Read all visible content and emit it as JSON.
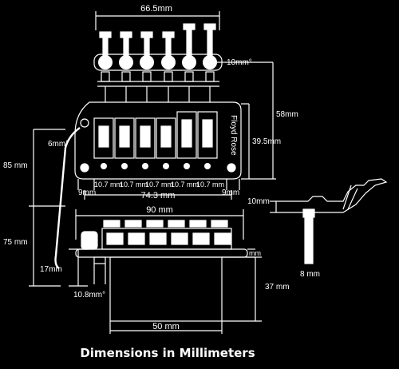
{
  "diagram": {
    "caption": "Dimensions in Millimeters",
    "brand_text": "Floyd Rose",
    "top_view": {
      "tuner_span": "66.5mm",
      "fine_tuner_dia": "10mm°",
      "height_total": "58mm",
      "height_body": "39.5mm",
      "edge_radius": "6mm°",
      "left_edge": "9mm",
      "right_edge": "9mm",
      "stud_spacing": "74.3 mm",
      "saddle_spacing": [
        "10.7 mm",
        "10.7 mm",
        "10.7 mm",
        "10.7 mm",
        "10.7 mm"
      ]
    },
    "arm": {
      "upper": "85 mm",
      "lower": "75 mm"
    },
    "front_view": {
      "width": "90 mm",
      "plate_height": "17mm",
      "stud_dia": "10.8mm°",
      "block_height": "37 mm",
      "block_width": "50 mm",
      "plate_mark": "mm"
    },
    "side_view": {
      "height": "10mm",
      "stud_dia": "8 mm"
    }
  }
}
